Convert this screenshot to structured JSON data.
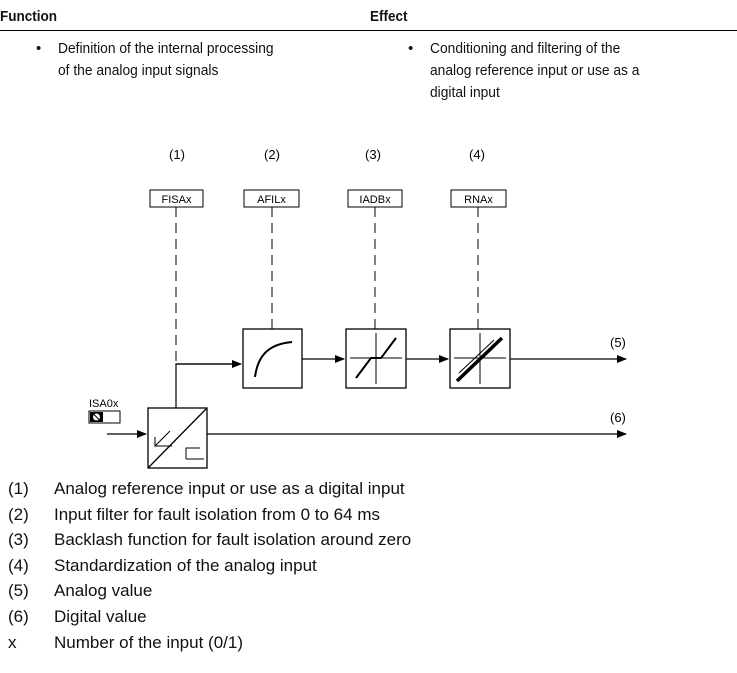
{
  "header": {
    "function_label": "Function",
    "effect_label": "Effect"
  },
  "function_bullets": [
    {
      "line1": "Definition of the internal processing",
      "line2": "of the analog input signals"
    }
  ],
  "effect_bullets": [
    {
      "line1": "Conditioning and filtering of the",
      "line2": "analog reference input or use as a",
      "line3": "digital input"
    }
  ],
  "diagram": {
    "columns": [
      {
        "number": "(1)",
        "param": "FISAx"
      },
      {
        "number": "(2)",
        "param": "AFILx"
      },
      {
        "number": "(3)",
        "param": "IADBx"
      },
      {
        "number": "(4)",
        "param": "RNAx"
      }
    ],
    "input_label": "ISA0x",
    "output_analog": "(5)",
    "output_digital": "(6)"
  },
  "legend": [
    {
      "key": "(1)",
      "text": "Analog reference input or use as a digital input"
    },
    {
      "key": "(2)",
      "text": "Input filter for fault isolation from 0 to 64 ms"
    },
    {
      "key": "(3)",
      "text": "Backlash function for fault isolation around zero"
    },
    {
      "key": "(4)",
      "text": "Standardization of the analog input"
    },
    {
      "key": "(5)",
      "text": "Analog value"
    },
    {
      "key": "(6)",
      "text": "Digital value"
    },
    {
      "key": "x",
      "text": "Number of the input (0/1)"
    }
  ]
}
